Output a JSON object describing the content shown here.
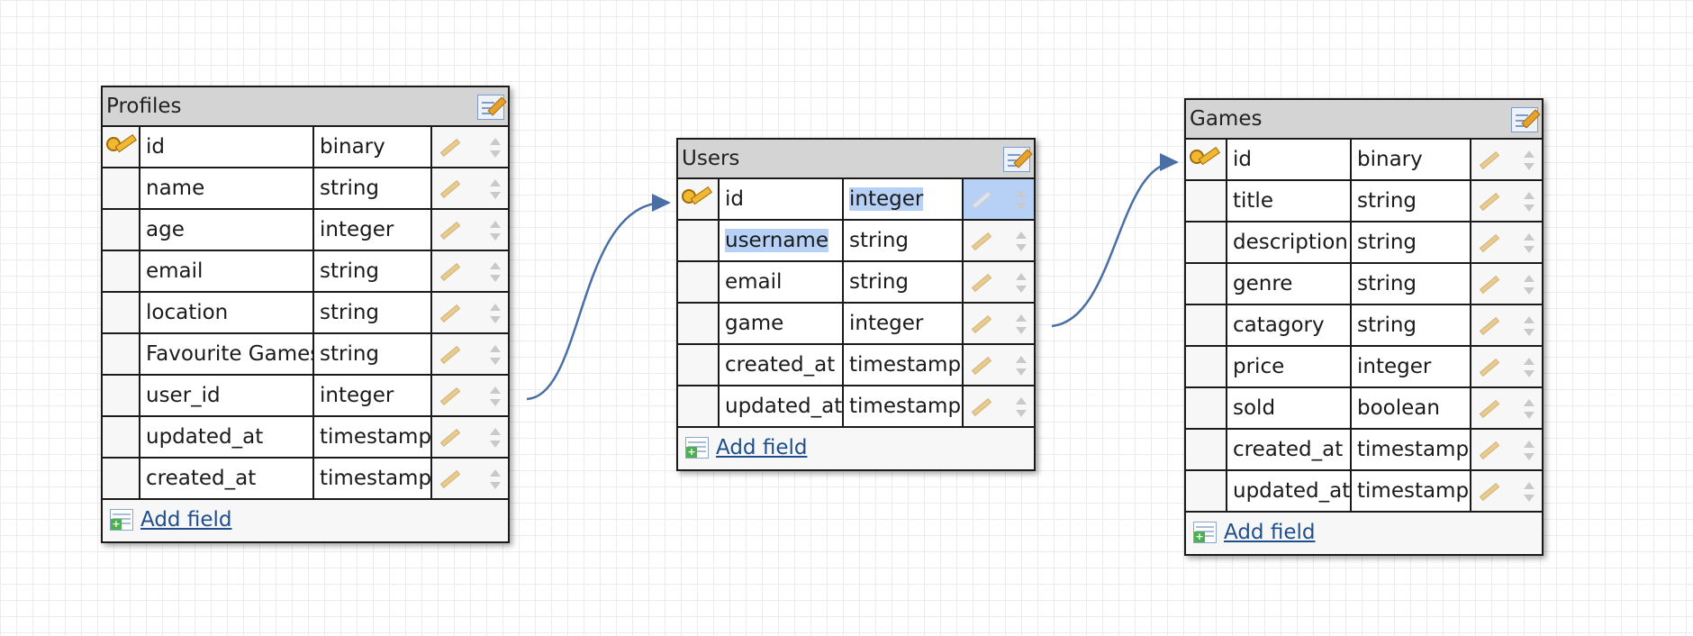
{
  "colors": {
    "connector": "#4a6fa5",
    "selection": "#b6d1f5",
    "key": "#f3b732"
  },
  "tables": {
    "profiles": {
      "title": "Profiles",
      "add_field": "Add field",
      "fields": [
        {
          "name": "id",
          "type": "binary",
          "primary_key": true
        },
        {
          "name": "name",
          "type": "string"
        },
        {
          "name": "age",
          "type": "integer"
        },
        {
          "name": "email",
          "type": "string"
        },
        {
          "name": "location",
          "type": "string"
        },
        {
          "name": "Favourite Games",
          "type": "string"
        },
        {
          "name": "user_id",
          "type": "integer"
        },
        {
          "name": "updated_at",
          "type": "timestamp"
        },
        {
          "name": "created_at",
          "type": "timestamp"
        }
      ]
    },
    "users": {
      "title": "Users",
      "add_field": "Add field",
      "fields": [
        {
          "name": "id",
          "type": "integer",
          "primary_key": true,
          "type_selected": true
        },
        {
          "name": "username",
          "type": "string",
          "name_selected": true
        },
        {
          "name": "email",
          "type": "string"
        },
        {
          "name": "game",
          "type": "integer"
        },
        {
          "name": "created_at",
          "type": "timestamp"
        },
        {
          "name": "updated_at",
          "type": "timestamp"
        }
      ]
    },
    "games": {
      "title": "Games",
      "add_field": "Add field",
      "fields": [
        {
          "name": "id",
          "type": "binary",
          "primary_key": true
        },
        {
          "name": "title",
          "type": "string"
        },
        {
          "name": "description",
          "type": "string"
        },
        {
          "name": "genre",
          "type": "string"
        },
        {
          "name": "catagory",
          "type": "string"
        },
        {
          "name": "price",
          "type": "integer"
        },
        {
          "name": "sold",
          "type": "boolean"
        },
        {
          "name": "created_at",
          "type": "timestamp"
        },
        {
          "name": "updated_at",
          "type": "timestamp"
        }
      ]
    }
  },
  "relations": [
    {
      "from": "profiles.user_id",
      "to": "users.id"
    },
    {
      "from": "users.game",
      "to": "games.id"
    }
  ]
}
